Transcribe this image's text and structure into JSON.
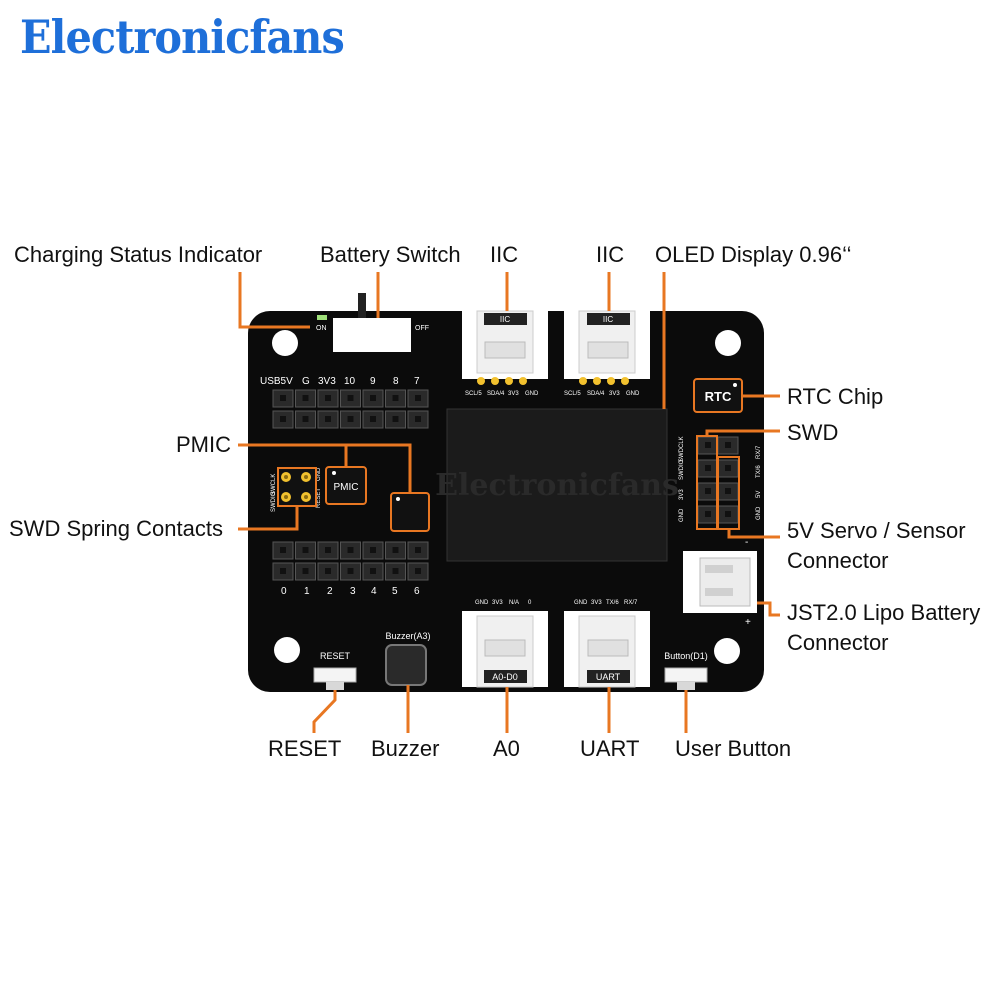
{
  "brand": {
    "name": "Electronicfans",
    "watermark": "Electronicfans",
    "color": "#1e6fd9"
  },
  "colors": {
    "board": "#0b0b0b",
    "leader": "#e87722",
    "pin_gold": "#f2c12e",
    "white": "#ffffff"
  },
  "callouts": {
    "charging": "Charging Status Indicator",
    "battery_switch": "Battery Switch",
    "iic_left": "IIC",
    "iic_right": "IIC",
    "oled": "OLED Display 0.96‘‘",
    "rtc_chip": "RTC Chip",
    "swd": "SWD",
    "pmic": "PMIC",
    "swd_spring": "SWD Spring Contacts",
    "servo_1": "5V Servo / Sensor",
    "servo_2": "Connector",
    "jst_1": "JST2.0 Lipo Battery",
    "jst_2": "Connector",
    "reset": "RESET",
    "buzzer": "Buzzer",
    "a0": "A0",
    "uart": "UART",
    "user_button": "User Button"
  },
  "board_labels": {
    "on": "ON",
    "off": "OFF",
    "iic_tag": "IIC",
    "iic_pins": [
      "SCL/5",
      "SDA/4",
      "3V3",
      "GND"
    ],
    "a0_pins": [
      "GND",
      "3V3",
      "N/A",
      "0"
    ],
    "a0_tag": "A0-D0",
    "uart_pins": [
      "GND",
      "3V3",
      "TX/6",
      "RX/7"
    ],
    "uart_tag": "UART",
    "top_header": [
      "USB5V",
      "G",
      "3V3",
      "10",
      "9",
      "8",
      "7"
    ],
    "bottom_header": [
      "0",
      "1",
      "2",
      "3",
      "4",
      "5",
      "6"
    ],
    "pmic_chip": "PMIC",
    "rtc_chip": "RTC",
    "swd_left_pins": [
      "SWDCLK",
      "SWDIO",
      "3V3",
      "GND"
    ],
    "swd_right_pins": [
      "RX/7",
      "TX/6",
      "5V",
      "GND"
    ],
    "spring_left": [
      "SWCLK",
      "SWDIO"
    ],
    "spring_right": [
      "GND",
      "RESET"
    ],
    "reset_label": "RESET",
    "buzzer_label": "Buzzer(A3)",
    "button_label": "Button(D1)",
    "jst_minus": "-",
    "jst_plus": "+"
  }
}
